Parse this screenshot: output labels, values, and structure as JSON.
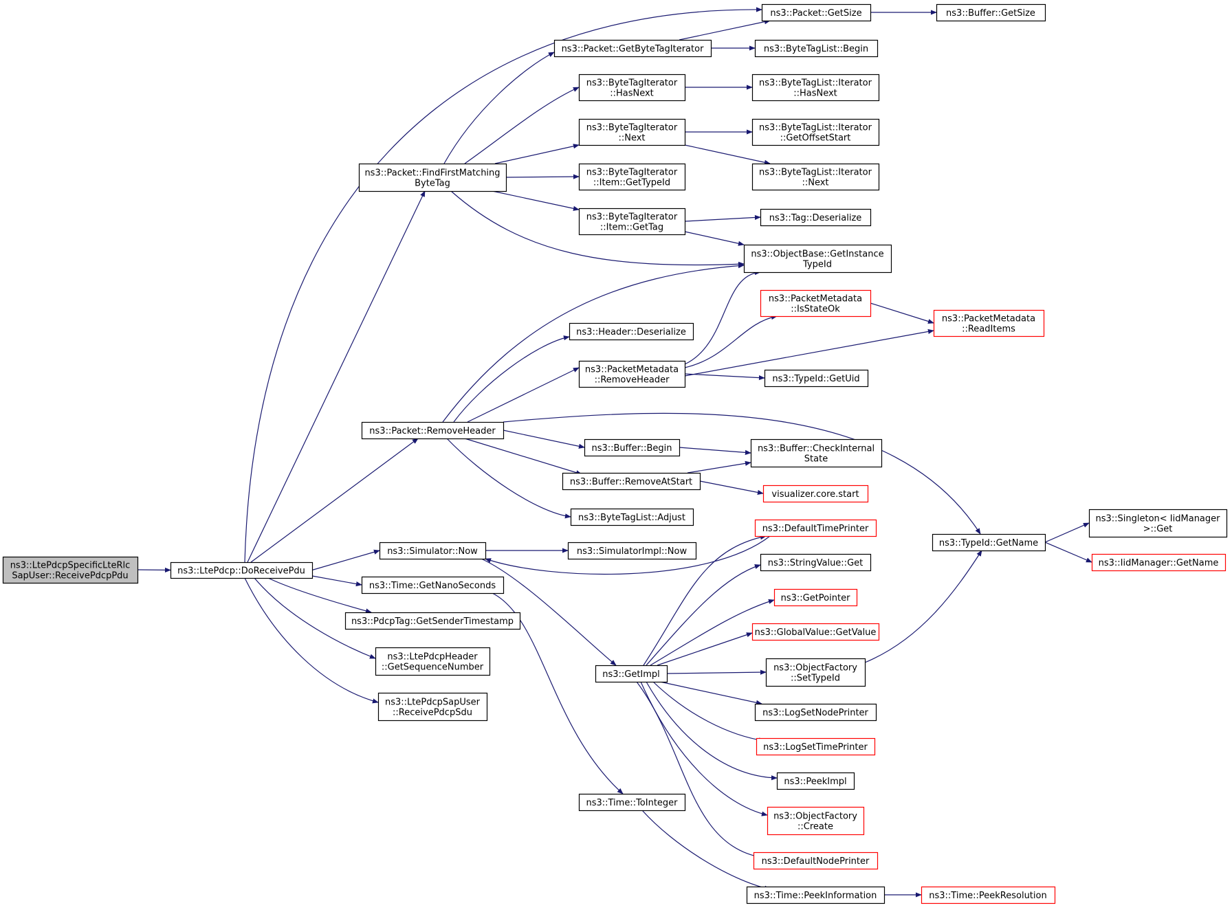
{
  "diagram": {
    "type": "call-graph",
    "colors": {
      "edge": "#191970",
      "node_border": "#000000",
      "node_truncated_border": "#ff0000",
      "root_fill": "#bfbfbf",
      "node_fill": "#ffffff"
    },
    "nodes": [
      {
        "id": "root",
        "lines": [
          "ns3::LtePdcpSpecificLteRlc",
          "SapUser::ReceivePdcpPdu"
        ],
        "style": "root"
      },
      {
        "id": "doReceive",
        "lines": [
          "ns3::LtePdcp::DoReceivePdu"
        ],
        "style": "normal"
      },
      {
        "id": "packetGetSize",
        "lines": [
          "ns3::Packet::GetSize"
        ],
        "style": "normal"
      },
      {
        "id": "bufferGetSize",
        "lines": [
          "ns3::Buffer::GetSize"
        ],
        "style": "normal"
      },
      {
        "id": "getByteTagIter",
        "lines": [
          "ns3::Packet::GetByteTagIterator"
        ],
        "style": "normal"
      },
      {
        "id": "btlBegin",
        "lines": [
          "ns3::ByteTagList::Begin"
        ],
        "style": "normal"
      },
      {
        "id": "btiHasNext",
        "lines": [
          "ns3::ByteTagIterator",
          "::HasNext"
        ],
        "style": "normal"
      },
      {
        "id": "btliHasNext",
        "lines": [
          "ns3::ByteTagList::Iterator",
          "::HasNext"
        ],
        "style": "normal"
      },
      {
        "id": "btiNext",
        "lines": [
          "ns3::ByteTagIterator",
          "::Next"
        ],
        "style": "normal"
      },
      {
        "id": "btliOffset",
        "lines": [
          "ns3::ByteTagList::Iterator",
          "::GetOffsetStart"
        ],
        "style": "normal"
      },
      {
        "id": "findFirst",
        "lines": [
          "ns3::Packet::FindFirstMatching",
          "ByteTag"
        ],
        "style": "normal"
      },
      {
        "id": "btiItemTypeId",
        "lines": [
          "ns3::ByteTagIterator",
          "::Item::GetTypeId"
        ],
        "style": "normal"
      },
      {
        "id": "btliNext",
        "lines": [
          "ns3::ByteTagList::Iterator",
          "::Next"
        ],
        "style": "normal"
      },
      {
        "id": "btiItemGetTag",
        "lines": [
          "ns3::ByteTagIterator",
          "::Item::GetTag"
        ],
        "style": "normal"
      },
      {
        "id": "tagDeserialize",
        "lines": [
          "ns3::Tag::Deserialize"
        ],
        "style": "normal"
      },
      {
        "id": "objBaseTypeId",
        "lines": [
          "ns3::ObjectBase::GetInstance",
          "TypeId"
        ],
        "style": "normal"
      },
      {
        "id": "pmIsStateOk",
        "lines": [
          "ns3::PacketMetadata",
          "::IsStateOk"
        ],
        "style": "truncated"
      },
      {
        "id": "pmReadItems",
        "lines": [
          "ns3::PacketMetadata",
          "::ReadItems"
        ],
        "style": "truncated"
      },
      {
        "id": "headerDeserialize",
        "lines": [
          "ns3::Header::Deserialize"
        ],
        "style": "normal"
      },
      {
        "id": "pmRemoveHeader",
        "lines": [
          "ns3::PacketMetadata",
          "::RemoveHeader"
        ],
        "style": "normal"
      },
      {
        "id": "typeIdGetUid",
        "lines": [
          "ns3::TypeId::GetUid"
        ],
        "style": "normal"
      },
      {
        "id": "packetRemoveHeader",
        "lines": [
          "ns3::Packet::RemoveHeader"
        ],
        "style": "normal"
      },
      {
        "id": "bufferBegin",
        "lines": [
          "ns3::Buffer::Begin"
        ],
        "style": "normal"
      },
      {
        "id": "bufferCheck",
        "lines": [
          "ns3::Buffer::CheckInternal",
          "State"
        ],
        "style": "normal"
      },
      {
        "id": "bufferRemoveAtStart",
        "lines": [
          "ns3::Buffer::RemoveAtStart"
        ],
        "style": "normal"
      },
      {
        "id": "vizStart",
        "lines": [
          "visualizer.core.start"
        ],
        "style": "truncated"
      },
      {
        "id": "btlAdjust",
        "lines": [
          "ns3::ByteTagList::Adjust"
        ],
        "style": "normal"
      },
      {
        "id": "defaultTimePrinter",
        "lines": [
          "ns3::DefaultTimePrinter"
        ],
        "style": "truncated"
      },
      {
        "id": "typeIdGetName",
        "lines": [
          "ns3::TypeId::GetName"
        ],
        "style": "normal"
      },
      {
        "id": "singletonGet",
        "lines": [
          "ns3::Singleton< IidManager",
          ">::Get"
        ],
        "style": "normal"
      },
      {
        "id": "iidGetName",
        "lines": [
          "ns3::IidManager::GetName"
        ],
        "style": "truncated"
      },
      {
        "id": "simulatorNow",
        "lines": [
          "ns3::Simulator::Now"
        ],
        "style": "normal"
      },
      {
        "id": "simImplNow",
        "lines": [
          "ns3::SimulatorImpl::Now"
        ],
        "style": "normal"
      },
      {
        "id": "timeNano",
        "lines": [
          "ns3::Time::GetNanoSeconds"
        ],
        "style": "normal"
      },
      {
        "id": "stringValueGet",
        "lines": [
          "ns3::StringValue::Get"
        ],
        "style": "normal"
      },
      {
        "id": "pdcpTagTs",
        "lines": [
          "ns3::PdcpTag::GetSenderTimestamp"
        ],
        "style": "normal"
      },
      {
        "id": "getPointer",
        "lines": [
          "ns3::GetPointer"
        ],
        "style": "truncated"
      },
      {
        "id": "globalGetValue",
        "lines": [
          "ns3::GlobalValue::GetValue"
        ],
        "style": "truncated"
      },
      {
        "id": "ltePdcpHeaderSeq",
        "lines": [
          "ns3::LtePdcpHeader",
          "::GetSequenceNumber"
        ],
        "style": "normal"
      },
      {
        "id": "getImpl",
        "lines": [
          "ns3::GetImpl"
        ],
        "style": "normal"
      },
      {
        "id": "objFactorySetType",
        "lines": [
          "ns3::ObjectFactory",
          "::SetTypeId"
        ],
        "style": "normal"
      },
      {
        "id": "lteSapReceiveSdu",
        "lines": [
          "ns3::LtePdcpSapUser",
          "::ReceivePdcpSdu"
        ],
        "style": "normal"
      },
      {
        "id": "logSetNode",
        "lines": [
          "ns3::LogSetNodePrinter"
        ],
        "style": "normal"
      },
      {
        "id": "logSetTime",
        "lines": [
          "ns3::LogSetTimePrinter"
        ],
        "style": "truncated"
      },
      {
        "id": "peekImpl",
        "lines": [
          "ns3::PeekImpl"
        ],
        "style": "normal"
      },
      {
        "id": "timeToInteger",
        "lines": [
          "ns3::Time::ToInteger"
        ],
        "style": "normal"
      },
      {
        "id": "objFactoryCreate",
        "lines": [
          "ns3::ObjectFactory",
          "::Create"
        ],
        "style": "truncated"
      },
      {
        "id": "defaultNodePrinter",
        "lines": [
          "ns3::DefaultNodePrinter"
        ],
        "style": "truncated"
      },
      {
        "id": "timePeekInfo",
        "lines": [
          "ns3::Time::PeekInformation"
        ],
        "style": "normal"
      },
      {
        "id": "timePeekRes",
        "lines": [
          "ns3::Time::PeekResolution"
        ],
        "style": "truncated"
      }
    ],
    "edges": [
      [
        "root",
        "doReceive"
      ],
      [
        "doReceive",
        "packetGetSize"
      ],
      [
        "doReceive",
        "findFirst"
      ],
      [
        "doReceive",
        "packetRemoveHeader"
      ],
      [
        "doReceive",
        "simulatorNow"
      ],
      [
        "doReceive",
        "timeNano"
      ],
      [
        "doReceive",
        "pdcpTagTs"
      ],
      [
        "doReceive",
        "ltePdcpHeaderSeq"
      ],
      [
        "doReceive",
        "lteSapReceiveSdu"
      ],
      [
        "packetGetSize",
        "bufferGetSize"
      ],
      [
        "getByteTagIter",
        "packetGetSize"
      ],
      [
        "getByteTagIter",
        "btlBegin"
      ],
      [
        "btiHasNext",
        "btliHasNext"
      ],
      [
        "btiNext",
        "btliOffset"
      ],
      [
        "btiNext",
        "btliNext"
      ],
      [
        "findFirst",
        "getByteTagIter"
      ],
      [
        "findFirst",
        "btiHasNext"
      ],
      [
        "findFirst",
        "btiNext"
      ],
      [
        "findFirst",
        "btiItemTypeId"
      ],
      [
        "findFirst",
        "btiItemGetTag"
      ],
      [
        "findFirst",
        "objBaseTypeId"
      ],
      [
        "btiItemGetTag",
        "tagDeserialize"
      ],
      [
        "btiItemGetTag",
        "objBaseTypeId"
      ],
      [
        "pmRemoveHeader",
        "objBaseTypeId"
      ],
      [
        "pmRemoveHeader",
        "pmIsStateOk"
      ],
      [
        "pmRemoveHeader",
        "pmReadItems"
      ],
      [
        "pmRemoveHeader",
        "typeIdGetUid"
      ],
      [
        "pmIsStateOk",
        "pmReadItems"
      ],
      [
        "packetRemoveHeader",
        "objBaseTypeId"
      ],
      [
        "packetRemoveHeader",
        "headerDeserialize"
      ],
      [
        "packetRemoveHeader",
        "pmRemoveHeader"
      ],
      [
        "packetRemoveHeader",
        "typeIdGetName"
      ],
      [
        "packetRemoveHeader",
        "bufferBegin"
      ],
      [
        "packetRemoveHeader",
        "bufferRemoveAtStart"
      ],
      [
        "packetRemoveHeader",
        "btlAdjust"
      ],
      [
        "bufferBegin",
        "bufferCheck"
      ],
      [
        "bufferRemoveAtStart",
        "bufferCheck"
      ],
      [
        "bufferRemoveAtStart",
        "vizStart"
      ],
      [
        "typeIdGetName",
        "singletonGet"
      ],
      [
        "typeIdGetName",
        "iidGetName"
      ],
      [
        "simulatorNow",
        "simImplNow"
      ],
      [
        "simulatorNow",
        "getImpl"
      ],
      [
        "defaultTimePrinter",
        "simulatorNow"
      ],
      [
        "timeNano",
        "timeToInteger"
      ],
      [
        "getImpl",
        "defaultTimePrinter"
      ],
      [
        "getImpl",
        "stringValueGet"
      ],
      [
        "getImpl",
        "getPointer"
      ],
      [
        "getImpl",
        "globalGetValue"
      ],
      [
        "getImpl",
        "objFactorySetType"
      ],
      [
        "getImpl",
        "logSetNode"
      ],
      [
        "getImpl",
        "logSetTime"
      ],
      [
        "getImpl",
        "peekImpl"
      ],
      [
        "getImpl",
        "objFactoryCreate"
      ],
      [
        "getImpl",
        "defaultNodePrinter"
      ],
      [
        "objFactorySetType",
        "typeIdGetName"
      ],
      [
        "timeToInteger",
        "timePeekInfo"
      ],
      [
        "timePeekInfo",
        "timePeekRes"
      ]
    ]
  }
}
